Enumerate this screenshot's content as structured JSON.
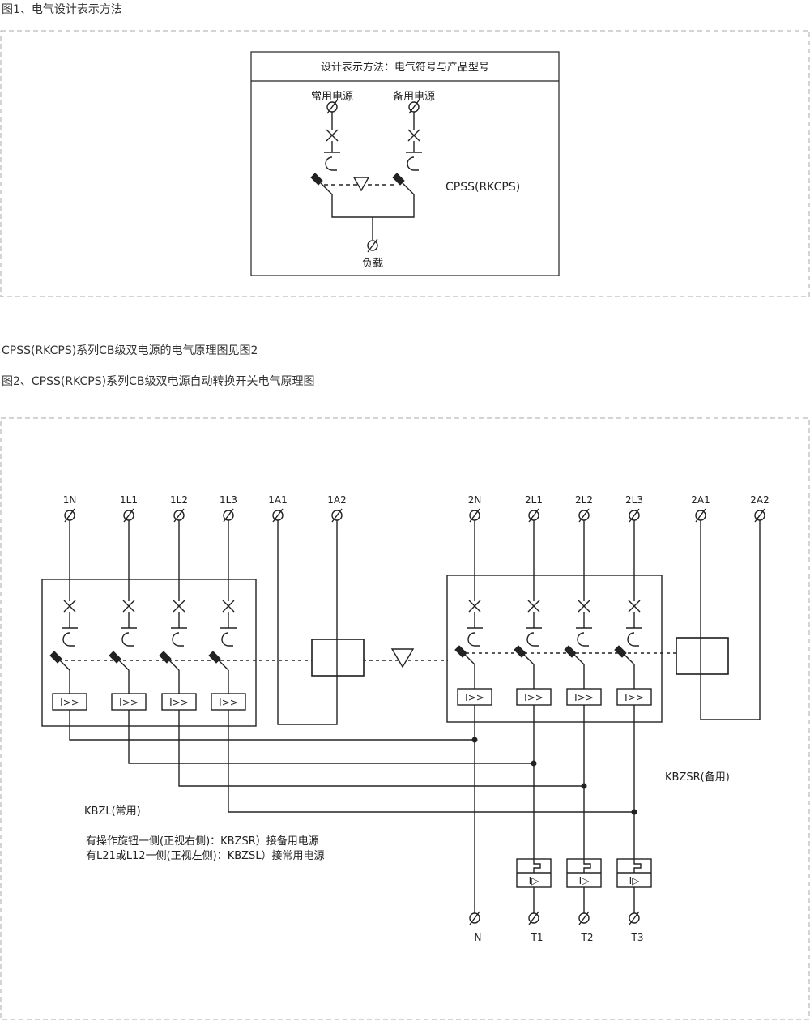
{
  "fig1": {
    "caption": "图1、电气设计表示方法",
    "header": "设计表示方法：电气符号与产品型号",
    "source_normal": "常用电源",
    "source_backup": "备用电源",
    "product": "CPSS(RKCPS)",
    "load": "负载"
  },
  "intro": "CPSS(RKCPS)系列CB级双电源的电气原理图见图2",
  "fig2": {
    "caption": "图2、CPSS(RKCPS)系列CB级双电源自动转换开关电气原理图",
    "left_terminals": [
      "1N",
      "1L1",
      "1L2",
      "1L3",
      "1A1",
      "1A2"
    ],
    "right_terminals": [
      "2N",
      "2L1",
      "2L2",
      "2L3",
      "2A1",
      "2A2"
    ],
    "output_terminals": [
      "N",
      "T1",
      "T2",
      "T3"
    ],
    "kbzl_label": "KBZL(常用)",
    "kbzsr_label": "KBZSR(备用)",
    "note_line1": "有操作旋钮一侧(正视右侧)：KBZSR）接备用电源",
    "note_line2": "有L21或L12一侧(正视左侧)：KBZSL）接常用电源",
    "trip_label": "I>>",
    "relay_label": "I▷"
  }
}
